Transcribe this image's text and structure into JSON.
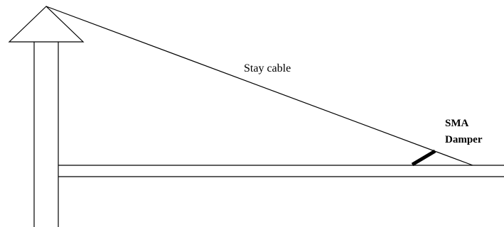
{
  "labels": {
    "stay_cable": "Stay cable",
    "damper_line1": "SMA",
    "damper_line2": "Damper"
  },
  "colors": {
    "stroke": "#000000",
    "background": "#ffffff"
  }
}
